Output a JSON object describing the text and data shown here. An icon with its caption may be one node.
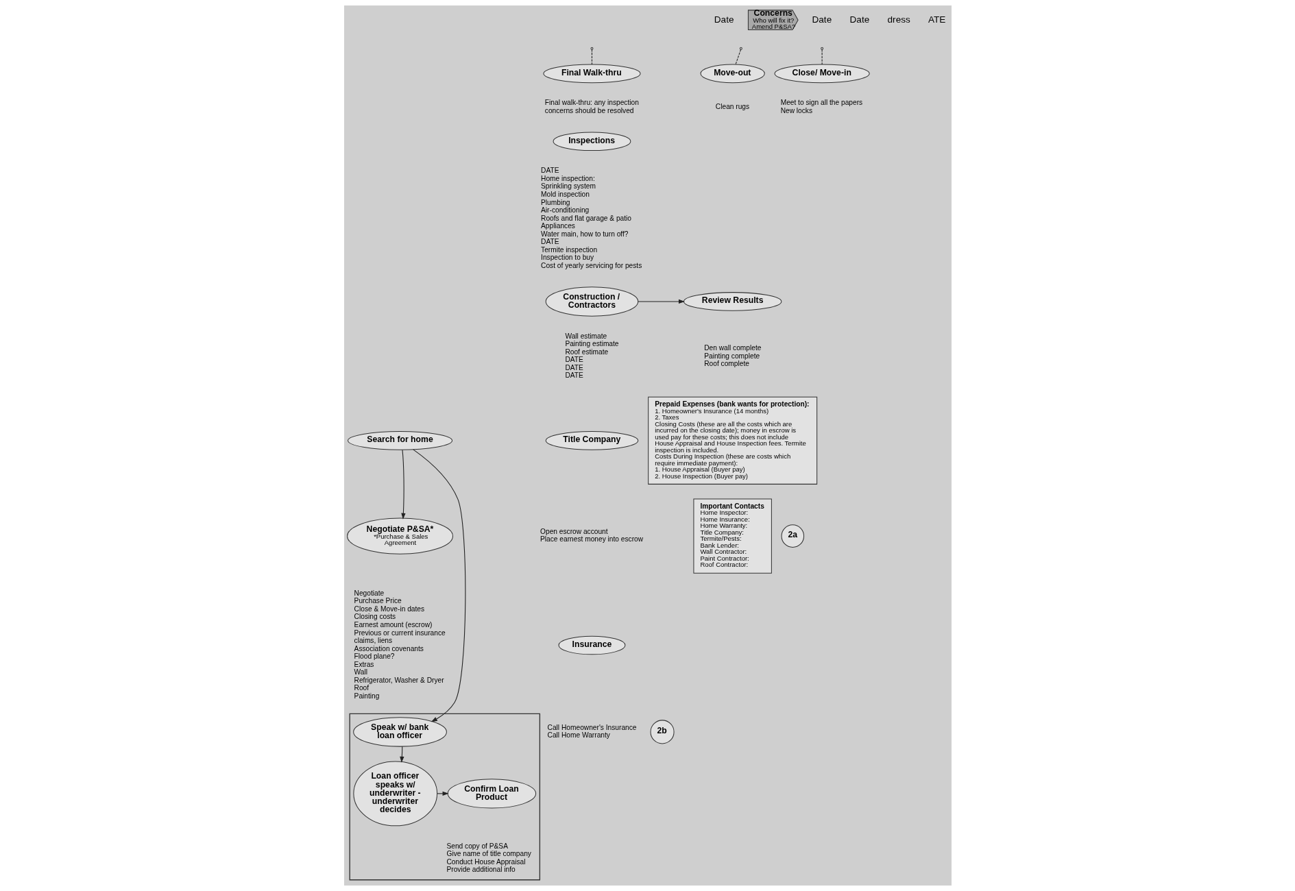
{
  "diagram": {
    "nodes": [
      {
        "text": [
          "Search for home"
        ]
      },
      {
        "text": [
          "Concerns",
          "Who will fix it? Amend P&SA?"
        ]
      },
      {
        "text": [
          "2a"
        ]
      },
      {
        "text": [
          "Negotiate P&SA*",
          "*Purchase & Sales Agreement"
        ],
        "beside": [
          "Negotiate",
          "Purchase Price",
          "Close & Move-in dates",
          "Closing costs",
          "Earnest amount (escrow)",
          "Previous or current insurance claims, liens",
          "Association covenants",
          "Flood plane?",
          "Extras",
          "Wall",
          "Refrigerator, Washer & Dryer",
          "Roof",
          "Painting"
        ]
      },
      {
        "text": [
          "Inspections"
        ],
        "beside": [
          "DATE",
          "Home inspection:",
          "Sprinkling system",
          "Mold inspection",
          "Plumbing",
          "Air-conditioning",
          "Roofs and flat garage & patio",
          "Appliances",
          "Water main, how to turn off?",
          "DATE",
          "Termite inspection",
          "Inspection to buy",
          "Cost of yearly servicing for pests"
        ]
      },
      {
        "text": [
          "Construction / Contractors"
        ],
        "beside": [
          "Wall estimate",
          "Painting estimate",
          "Roof estimate",
          "DATE",
          "DATE",
          "DATE"
        ]
      },
      {
        "text": [
          "Review Results"
        ],
        "beside": [
          "Den wall complete",
          "Painting complete",
          "Roof complete"
        ]
      },
      {
        "text": [
          "Title Company"
        ],
        "beside": [
          "Open escrow account",
          "Place earnest money into escrow"
        ]
      },
      {
        "text": [
          "Insurance"
        ],
        "beside": [
          "Call Homeowner's Insurance",
          "Call Home Warranty"
        ]
      },
      {
        "text": [
          "2b"
        ]
      },
      {
        "text": [],
        "shape": "box"
      },
      {
        "text": [
          "Speak w/ bank loan officer"
        ],
        "in": 10
      },
      {
        "text": [
          "Confirm Loan Product"
        ],
        "in": 10,
        "beside": [
          "Send copy of P&SA",
          "Give name of title company",
          "Conduct House Appraisal",
          "Provide additional info"
        ]
      },
      {
        "text": [
          "Loan officer speaks w/ underwriter - underwriter decides"
        ],
        "in": 10
      },
      {
        "text": [
          "Move-out"
        ],
        "beside": [
          "Clean rugs"
        ]
      },
      {
        "text": [
          "Final Walk-thru"
        ],
        "beside": [
          "Final walk-thru: any inspection concerns should be resolved"
        ]
      },
      {
        "text": [
          "Close/ Move-in"
        ],
        "beside": [
          "Meet to sign all the papers",
          "New locks"
        ]
      },
      {
        "text": [
          "Prepaid Expenses (bank wants for protection):",
          "1. Homeowner's Insurance (14 months)",
          "2. Taxes",
          "Closing Costs (these are all the costs which are incurred on the closing date); money in escrow is used pay for these costs; this does not include House Appraisal and House Inspection fees. Termite inspection is included.",
          "Costs During Inspection (these are costs which require immediate payment):",
          "1. House Appraisal (Buyer pay)",
          "2. House Inspection (Buyer pay)"
        ]
      },
      {
        "text": [
          "Important Contacts",
          "Home Inspector:",
          "Home Insurance:",
          "Home Warranty:",
          "Title Company:",
          "Termite/Pests:",
          "Bank Lender:",
          "Wall Contractor:",
          "Paint Contractor:",
          "Roof Contractor:"
        ]
      }
    ],
    "edges": [
      {
        "from": 0,
        "to": 3,
        "arrow": "to"
      },
      {
        "from": 0,
        "to": 11,
        "arrow": "to"
      },
      {
        "from": 5,
        "to": 6,
        "arrow": "to"
      },
      {
        "from": 11,
        "to": 13,
        "arrow": "to"
      },
      {
        "from": 13,
        "to": 12,
        "arrow": "to"
      },
      {
        "from": null,
        "to": 14,
        "arrow": "none",
        "style": "dashed"
      },
      {
        "from": null,
        "to": 15,
        "arrow": "none",
        "style": "dashed"
      },
      {
        "from": null,
        "to": 16,
        "arrow": "none",
        "style": "dashed"
      }
    ],
    "labels": [
      "Date",
      "Date",
      "Date",
      "dress",
      "ATE"
    ]
  }
}
